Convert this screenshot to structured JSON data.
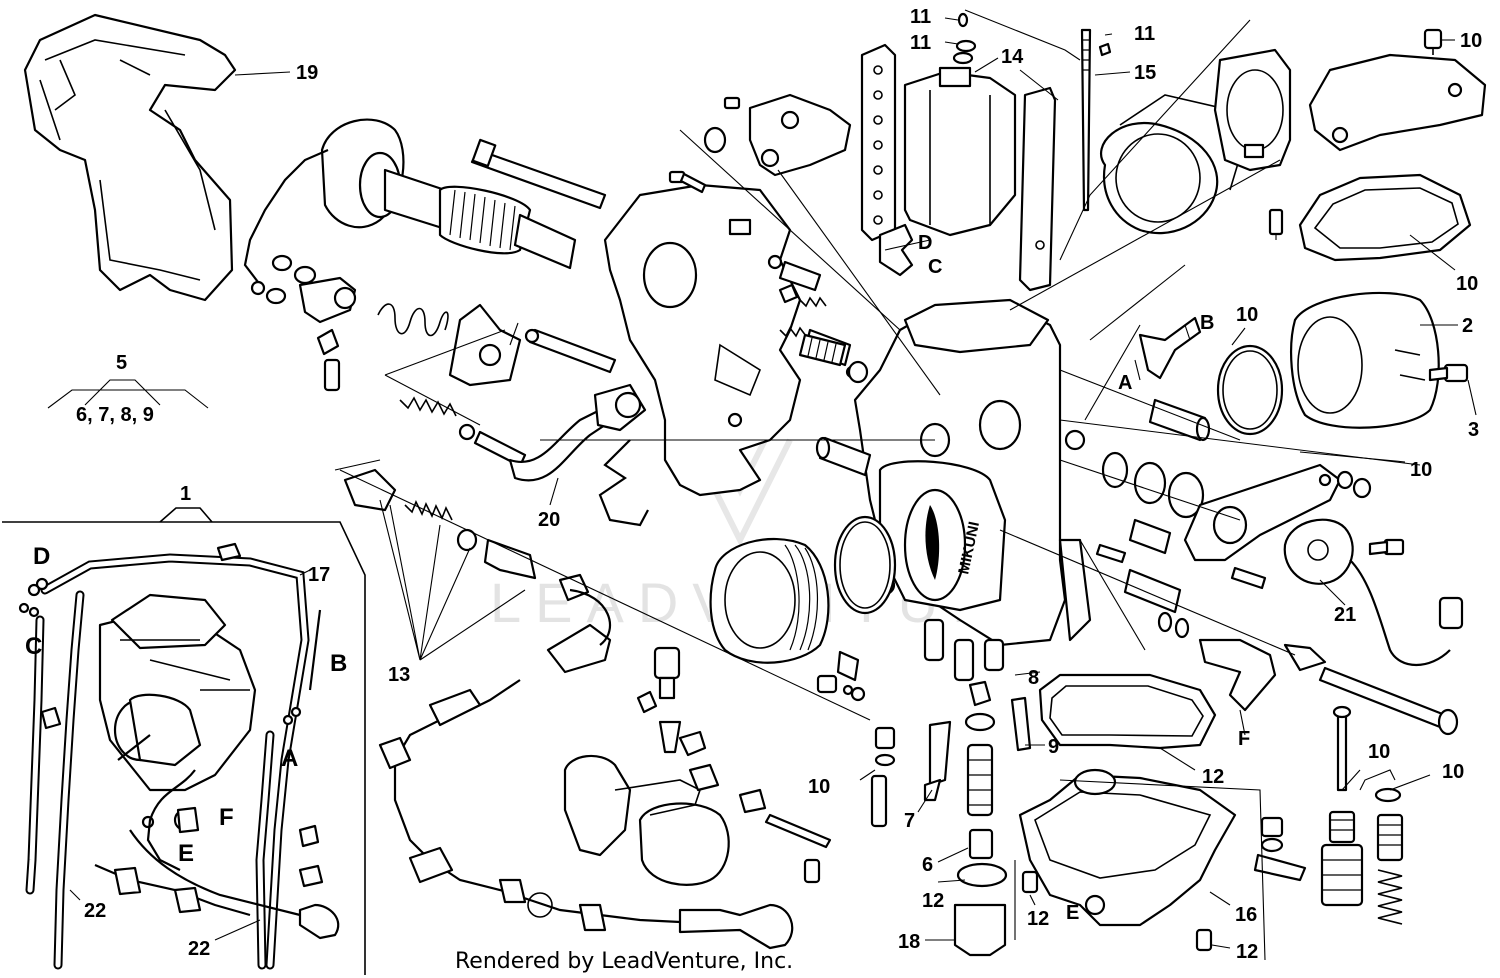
{
  "diagram": {
    "credit": "Rendered by LeadVenture, Inc.",
    "watermark": "LEADVENTURE",
    "carburetor_brand": "MIKUNI",
    "groups": {
      "kit_5": {
        "number": "5",
        "members": "6, 7, 8, 9"
      },
      "assembly_1": {
        "number": "1"
      }
    },
    "callouts": {
      "c19": "19",
      "c11a": "11",
      "c11b": "11",
      "c11c": "11",
      "c14": "14",
      "c15": "15",
      "c10a": "10",
      "c10b": "10",
      "c10c": "10",
      "c10d": "10",
      "c10e": "10",
      "c10f": "10",
      "c10g": "10",
      "c2": "2",
      "c3": "3",
      "c20": "20",
      "c21": "21",
      "c13": "13",
      "c8": "8",
      "c9": "9",
      "c7": "7",
      "c6": "6",
      "c12a": "12",
      "c12b": "12",
      "c12c": "12",
      "c12d": "12",
      "c16": "16",
      "c18": "18",
      "c17": "17",
      "c22a": "22",
      "c22b": "22"
    },
    "letters": {
      "D_main": "D",
      "C_main": "C",
      "B_main": "B",
      "A_main": "A",
      "F_main": "F",
      "E_main": "E",
      "D_inset": "D",
      "C_inset": "C",
      "B_inset": "B",
      "A_inset": "A",
      "F_inset": "F",
      "E_inset": "E"
    }
  }
}
